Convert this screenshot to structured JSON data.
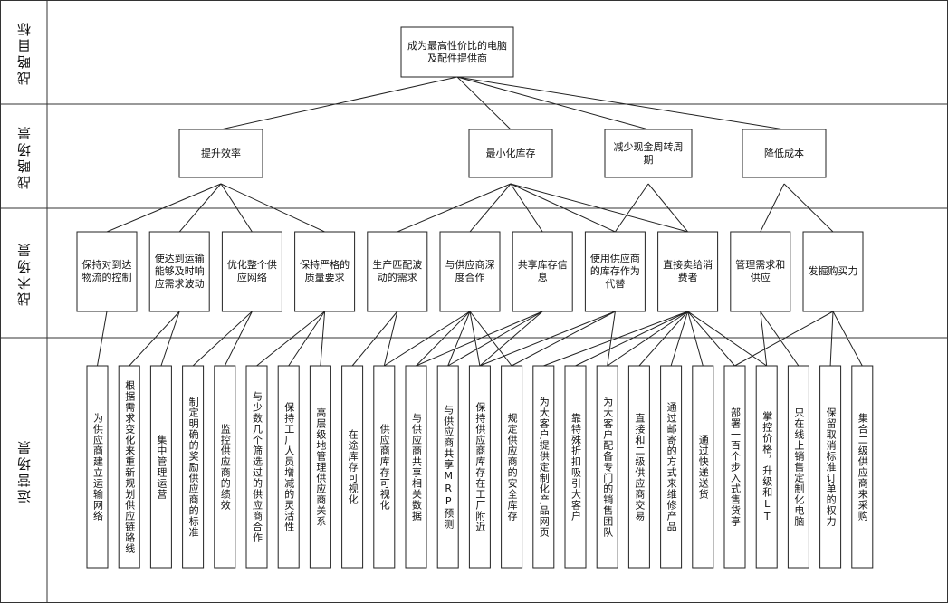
{
  "layers": [
    {
      "key": "goal",
      "label": "战略目标"
    },
    {
      "key": "strategy",
      "label": "战略场景"
    },
    {
      "key": "tactic",
      "label": "战术场景"
    },
    {
      "key": "ops",
      "label": "运营场景"
    }
  ],
  "goal": {
    "text": "成为最高性价比的电脑及配件提供商"
  },
  "strategies": [
    {
      "text": "提升效率"
    },
    {
      "text": "最小化库存"
    },
    {
      "text": "减少现金周转周期"
    },
    {
      "text": "降低成本"
    }
  ],
  "tactics": [
    {
      "text": "保持对到达物流的控制"
    },
    {
      "text": "使达到运输能够及时响应需求波动"
    },
    {
      "text": "优化整个供应网络"
    },
    {
      "text": "保持严格的质量要求"
    },
    {
      "text": "生产匹配波动的需求"
    },
    {
      "text": "与供应商深度合作"
    },
    {
      "text": "共享库存信息"
    },
    {
      "text": "使用供应商的库存作为代替"
    },
    {
      "text": "直接卖给消费者"
    },
    {
      "text": "管理需求和供应"
    },
    {
      "text": "发掘购买力"
    }
  ],
  "operations": [
    {
      "text": "为供应商建立运输网络"
    },
    {
      "text": "根据需求变化来重新规划供应链路线"
    },
    {
      "text": "集中管理运营"
    },
    {
      "text": "制定明确的奖励供应商的标准"
    },
    {
      "text": "监控供应商的绩效"
    },
    {
      "text": "与少数几个筛选过的供应商合作"
    },
    {
      "text": "保持工厂人员增减的灵活性"
    },
    {
      "text": "高层级地管理供应商关系"
    },
    {
      "text": "在途库存可视化"
    },
    {
      "text": "供应商库存可视化"
    },
    {
      "text": "与供应商共享相关数据"
    },
    {
      "text": "与供应商共享MRP预测"
    },
    {
      "text": "保持供应商库存在工厂附近"
    },
    {
      "text": "规定供应商的安全库存"
    },
    {
      "text": "为大客户提供定制化产品网页"
    },
    {
      "text": "靠特殊折扣吸引大客户"
    },
    {
      "text": "为大客户配备专门的销售团队"
    },
    {
      "text": "直接和二级供应商交易"
    },
    {
      "text": "通过邮寄的方式来维修产品"
    },
    {
      "text": "通过快递送货"
    },
    {
      "text": "部署一百个步入式售货亭"
    },
    {
      "text": "掌控价格，升级和LT"
    },
    {
      "text": "只在线上销售定制化电脑"
    },
    {
      "text": "保留取消标准订单的权力"
    },
    {
      "text": "集合二级供应商来采购"
    }
  ],
  "links": {
    "goal_to_strategy": [
      0,
      1,
      2,
      3
    ],
    "strategy_to_tactic": [
      [
        0,
        0
      ],
      [
        0,
        1
      ],
      [
        0,
        2
      ],
      [
        0,
        3
      ],
      [
        1,
        4
      ],
      [
        1,
        5
      ],
      [
        1,
        6
      ],
      [
        1,
        7
      ],
      [
        1,
        8
      ],
      [
        2,
        7
      ],
      [
        2,
        8
      ],
      [
        3,
        9
      ],
      [
        3,
        10
      ]
    ],
    "tactic_to_ops": [
      [
        0,
        0
      ],
      [
        1,
        1
      ],
      [
        1,
        2
      ],
      [
        2,
        3
      ],
      [
        2,
        4
      ],
      [
        3,
        5
      ],
      [
        3,
        6
      ],
      [
        3,
        7
      ],
      [
        4,
        8
      ],
      [
        4,
        9
      ],
      [
        5,
        9
      ],
      [
        5,
        10
      ],
      [
        5,
        11
      ],
      [
        5,
        12
      ],
      [
        5,
        13
      ],
      [
        6,
        10
      ],
      [
        6,
        11
      ],
      [
        6,
        12
      ],
      [
        7,
        12
      ],
      [
        7,
        13
      ],
      [
        7,
        16
      ],
      [
        8,
        14
      ],
      [
        8,
        15
      ],
      [
        8,
        16
      ],
      [
        8,
        17
      ],
      [
        8,
        18
      ],
      [
        8,
        19
      ],
      [
        8,
        20
      ],
      [
        8,
        21
      ],
      [
        9,
        21
      ],
      [
        9,
        22
      ],
      [
        10,
        20
      ],
      [
        10,
        23
      ],
      [
        10,
        24
      ]
    ]
  }
}
